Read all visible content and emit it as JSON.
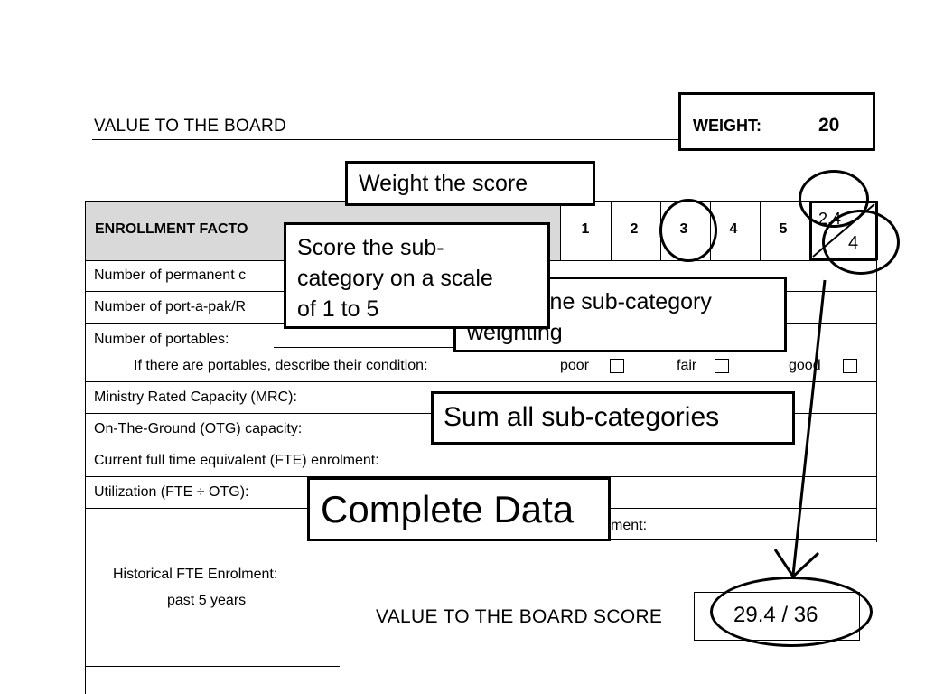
{
  "header": {
    "section_title": "VALUE TO THE BOARD",
    "weight_label": "WEIGHT:",
    "weight_value": "20"
  },
  "table": {
    "header_title": "ENROLLMENT FACTO",
    "scale": [
      "1",
      "2",
      "3",
      "4",
      "5"
    ],
    "selected_score": "3",
    "weighting_top": "2.4",
    "weighting_bottom": "4",
    "rows": [
      "Number of permanent c",
      "Number of port-a-pak/R",
      "Number of portables:",
      "Ministry Rated Capacity (MRC):",
      "On-The-Ground (OTG) capacity:",
      "Current full time equivalent (FTE) enrolment:",
      "Utilization (FTE ÷ OTG):"
    ],
    "portable_condition_prompt": "If there are portables, describe their condition:",
    "condition_options": [
      "poor",
      "fair",
      "good"
    ],
    "enrolment_fragment": "ment:",
    "historical_label_1": "Historical FTE Enrolment:",
    "historical_label_2": "past 5 years"
  },
  "callouts": {
    "weight_the_score": "Weight the score",
    "score_subcategory_1": "Score the sub-",
    "score_subcategory_2": "category on a scale",
    "score_subcategory_3": "of 1 to 5",
    "determine_1": "ine sub-category",
    "determine_2": "weighting",
    "sum_all": "Sum all sub-categories",
    "complete_data": "Complete Data"
  },
  "footer": {
    "score_label": "VALUE TO THE BOARD SCORE",
    "score_value": "29.4 / 36"
  }
}
